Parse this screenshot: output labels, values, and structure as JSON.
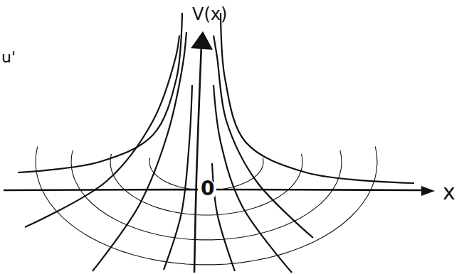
{
  "diagram": {
    "labels": [
      "V(x)",
      "x",
      "0",
      "u'"
    ]
  }
}
